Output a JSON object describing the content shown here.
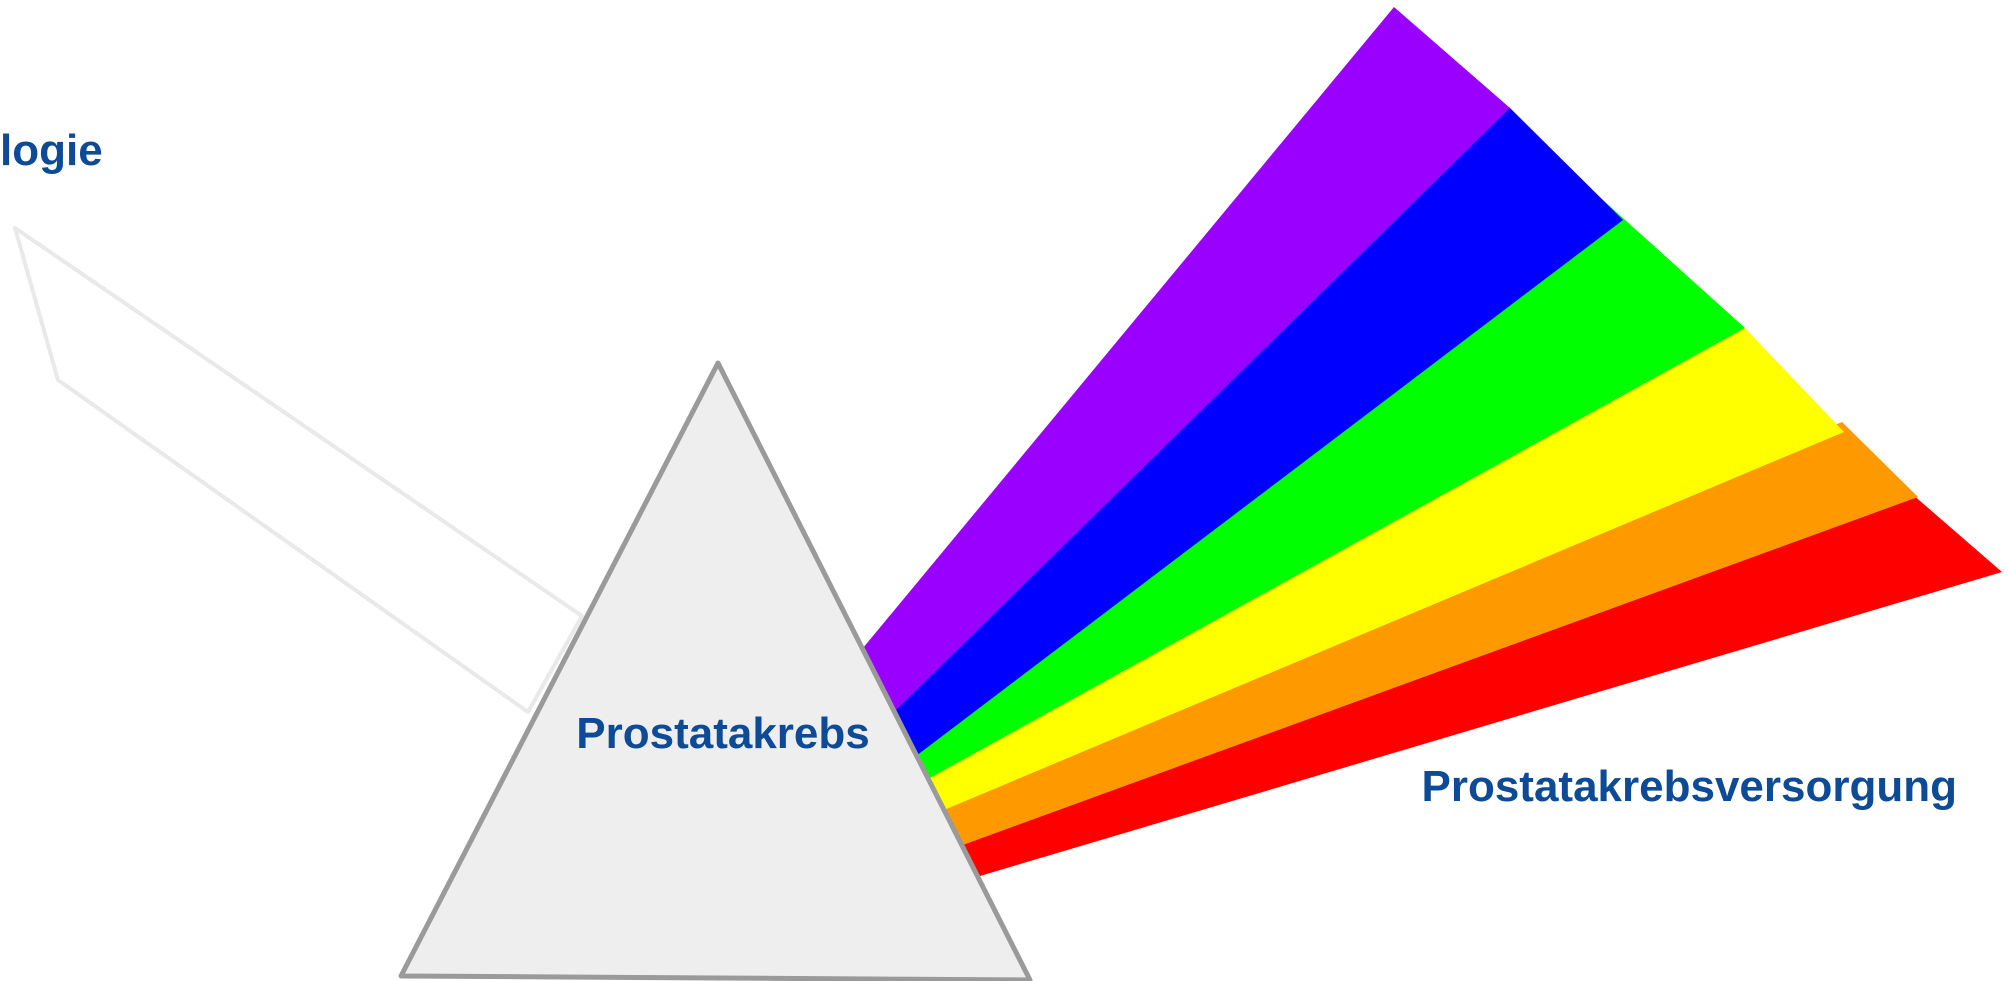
{
  "labels": {
    "left": "logie",
    "center": "Prostatakrebs",
    "right": "Prostatakrebsversorgung"
  },
  "colors": {
    "label_text": "#0d4b96",
    "prism_fill": "#eeeeee",
    "prism_stroke": "#9a9a9a",
    "beam_stroke": "#e9e9e9",
    "spectrum": {
      "violet": "#9900ff",
      "blue": "#0000ff",
      "green": "#00ff00",
      "yellow": "#ffff00",
      "orange": "#ff9900",
      "red": "#ff0000"
    }
  }
}
